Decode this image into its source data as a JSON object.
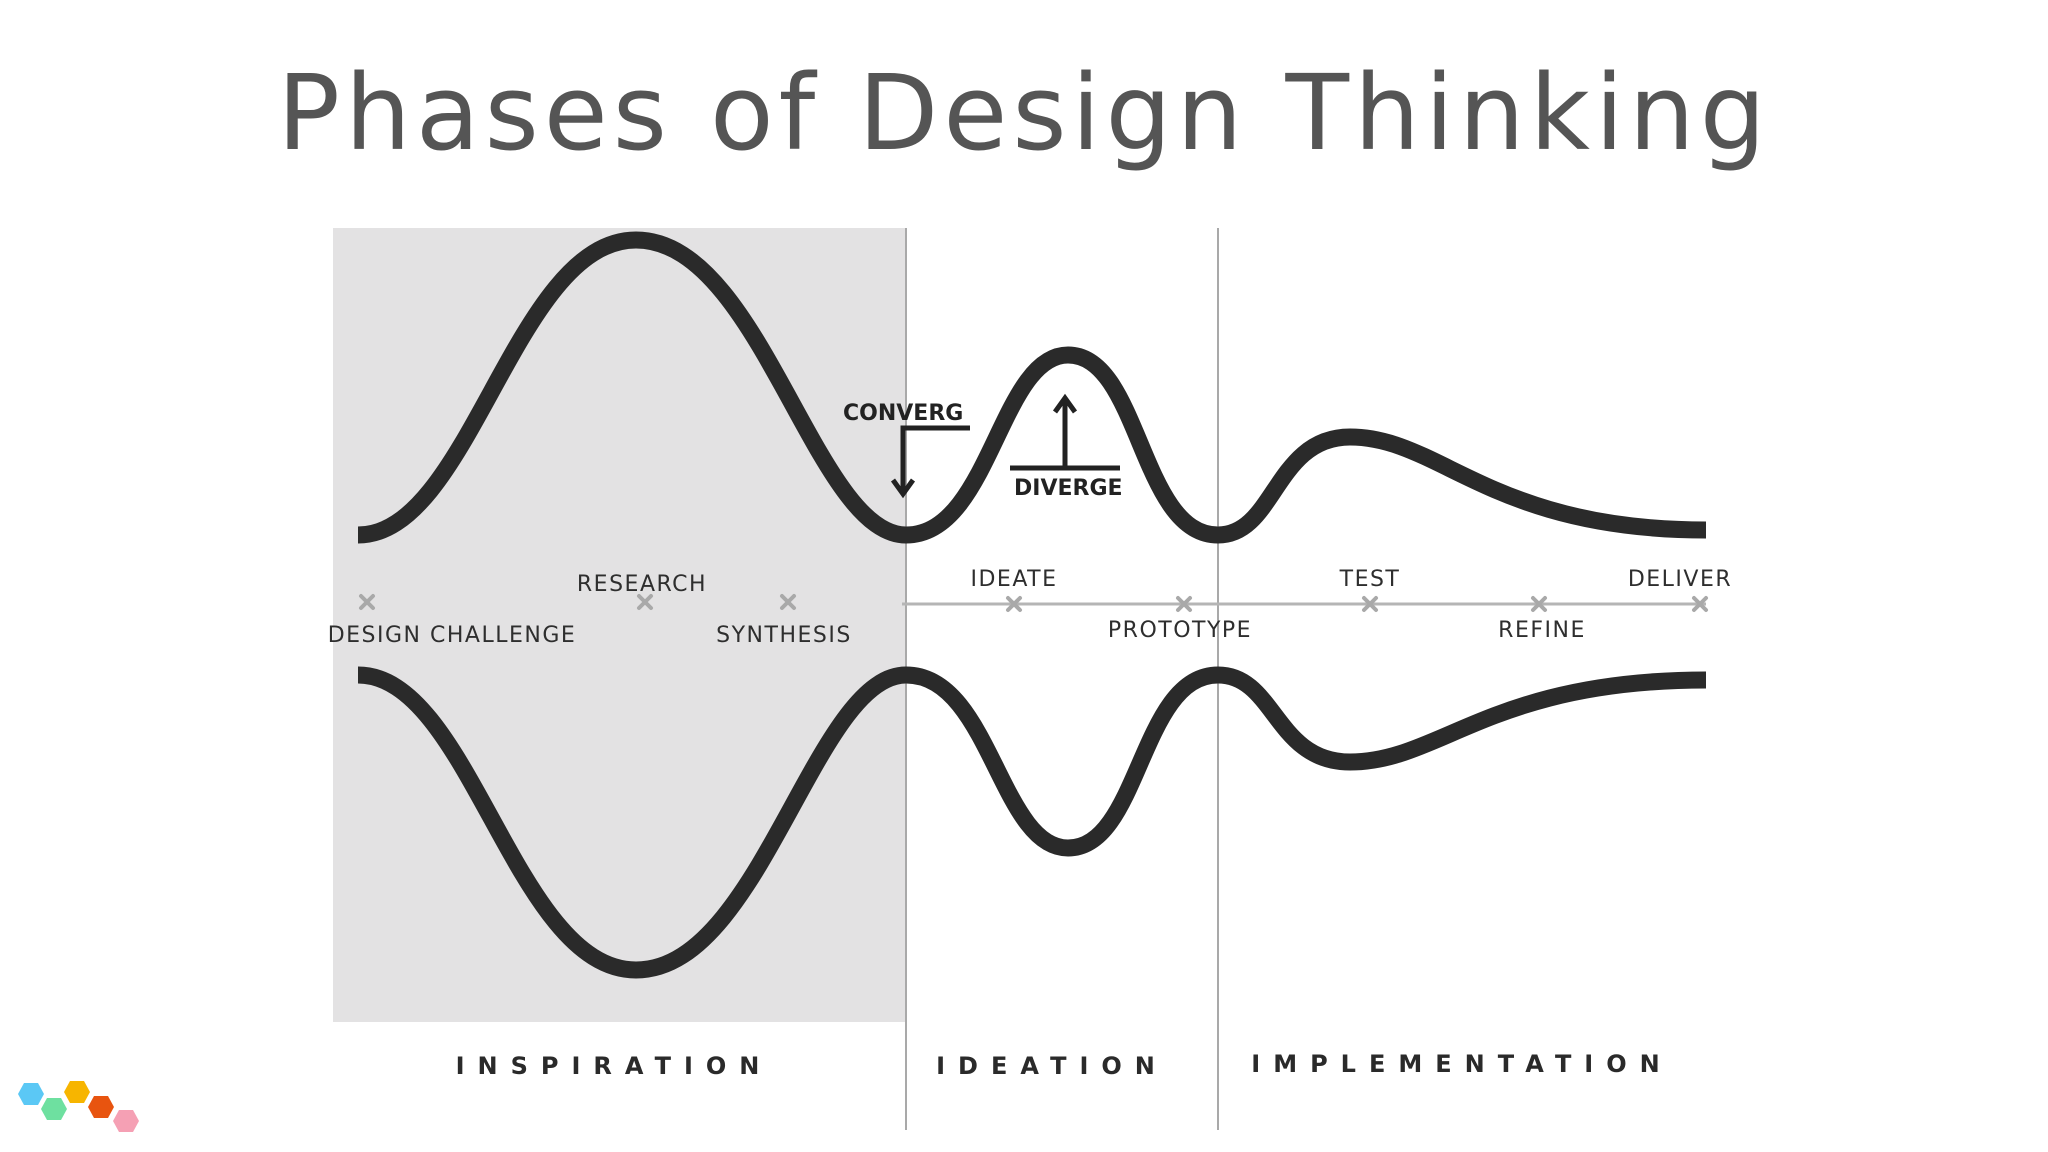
{
  "title": "Phases of Design Thinking",
  "phases": [
    {
      "label": "INSPIRATION"
    },
    {
      "label": "IDEATION"
    },
    {
      "label": "IMPLEMENTATION"
    }
  ],
  "steps": [
    {
      "label": "DESIGN CHALLENGE"
    },
    {
      "label": "RESEARCH"
    },
    {
      "label": "SYNTHESIS"
    },
    {
      "label": "IDEATE"
    },
    {
      "label": "PROTOTYPE"
    },
    {
      "label": "TEST"
    },
    {
      "label": "REFINE"
    },
    {
      "label": "DELIVER"
    }
  ],
  "annotations": {
    "converge": "CONVERG",
    "diverge": "DIVERGE"
  },
  "colors": {
    "curve": "#2a2a2a",
    "inspiration_band": "#e3e2e3",
    "timeline": "#b5b5b5",
    "title": "#555555",
    "logo_hexagons": [
      "#5bc8f5",
      "#6ee0a0",
      "#f7b500",
      "#e8540f",
      "#f5a0b4"
    ]
  }
}
